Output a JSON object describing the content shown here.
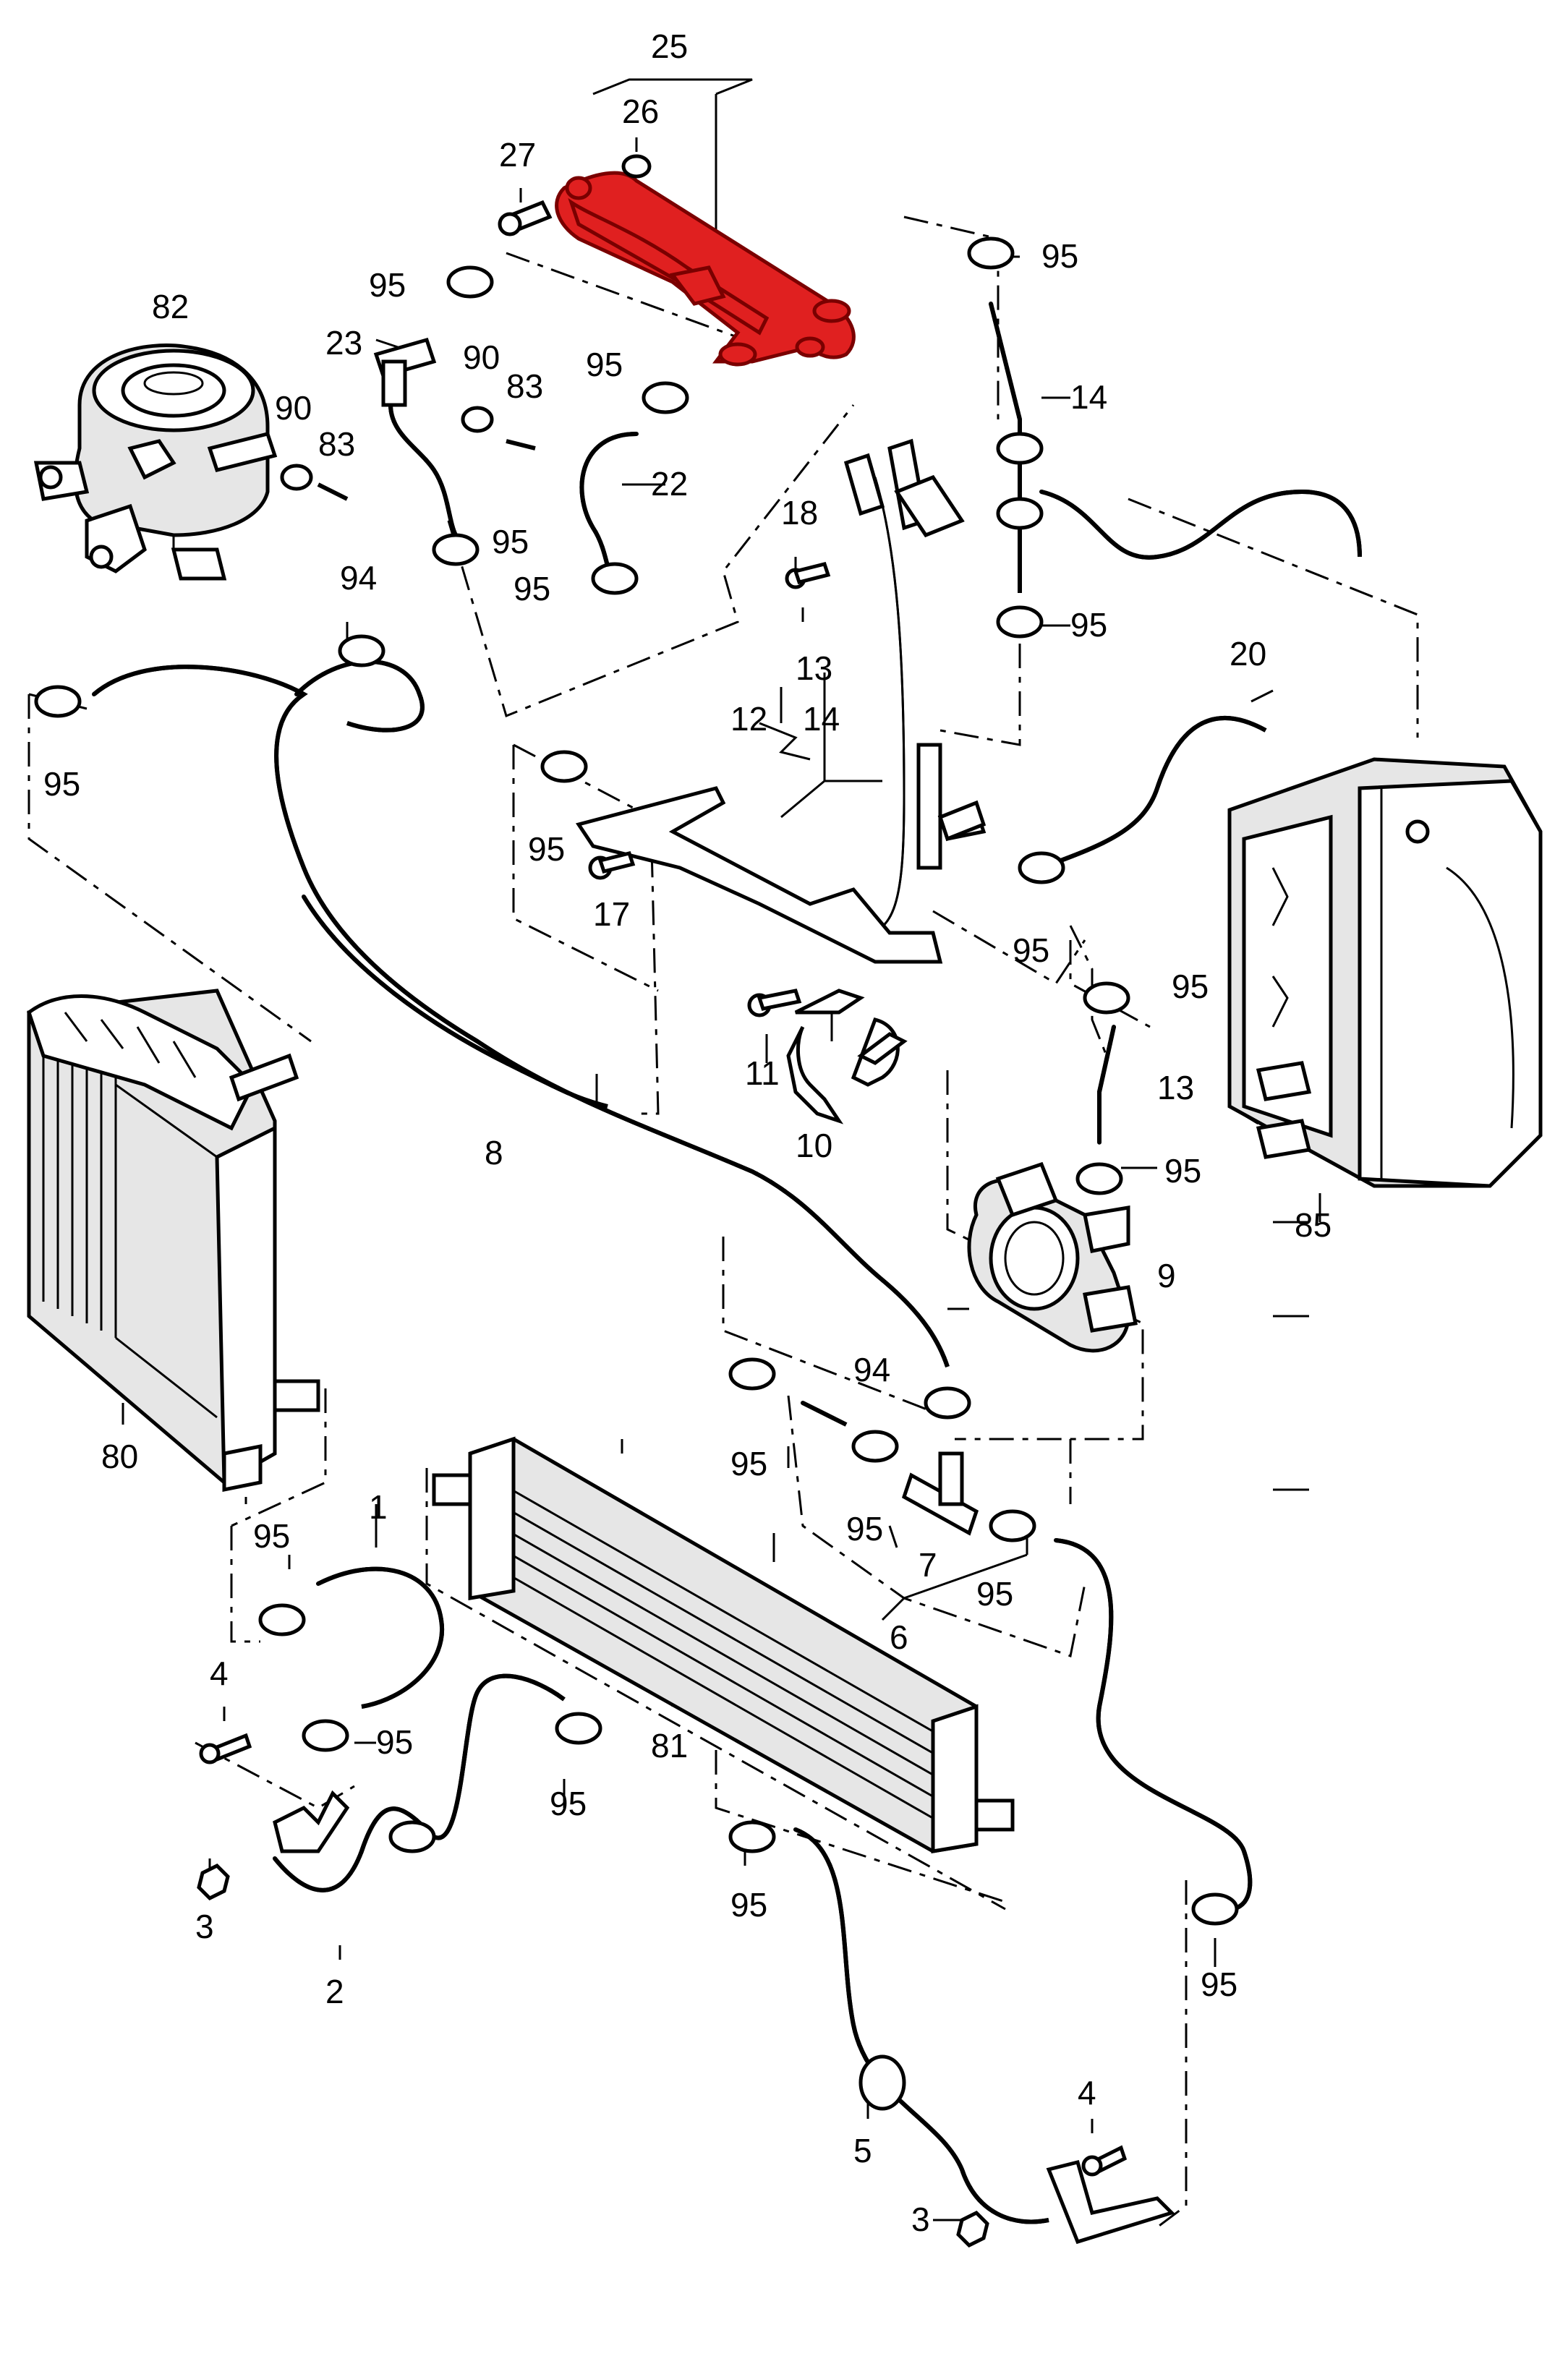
{
  "diagram": {
    "highlight_color": "#e02020",
    "labels": {
      "p1": "1",
      "p2": "2",
      "p3": "3",
      "p4": "4",
      "p5": "5",
      "p6": "6",
      "p7": "7",
      "p8": "8",
      "p9": "9",
      "p10": "10",
      "p11": "11",
      "p12": "12",
      "p13": "13",
      "p14": "14",
      "p17": "17",
      "p18": "18",
      "p20": "20",
      "p22": "22",
      "p23": "23",
      "p25": "25",
      "p26": "26",
      "p27": "27",
      "p80": "80",
      "p81": "81",
      "p82": "82",
      "p83": "83",
      "p85": "85",
      "p90": "90",
      "p94": "94",
      "p95": "95"
    }
  }
}
